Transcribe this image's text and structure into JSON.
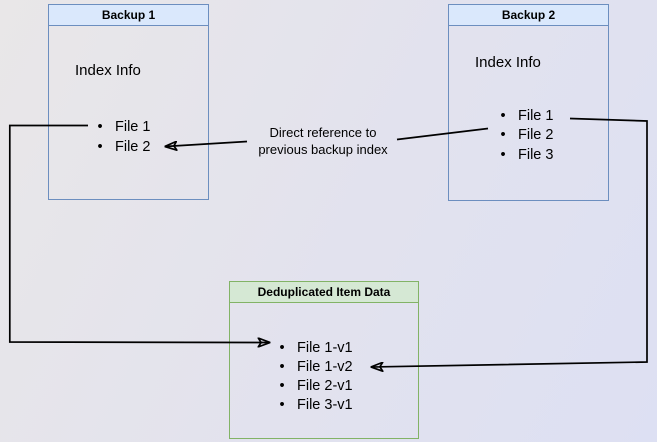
{
  "backup1": {
    "title": "Backup 1",
    "subtitle": "Index Info",
    "items": [
      "File 1",
      "File 2"
    ]
  },
  "backup2": {
    "title": "Backup 2",
    "subtitle": "Index Info",
    "items": [
      "File 1",
      "File 2",
      "File 3"
    ]
  },
  "dedup": {
    "title": "Deduplicated Item Data",
    "items": [
      "File 1-v1",
      "File 1-v2",
      "File 2-v1",
      "File 3-v1"
    ]
  },
  "annotation": {
    "line1": "Direct reference to",
    "line2": "previous backup index"
  },
  "bullet": "•",
  "colors": {
    "blue_fill": "#dae8fc",
    "blue_stroke": "#6c8ebf",
    "green_fill": "#d5e8d4",
    "green_stroke": "#82b366",
    "connector": "#000000",
    "text": "#000000",
    "bg_start": "#e9e7e8",
    "bg_end": "#dde0f3"
  }
}
